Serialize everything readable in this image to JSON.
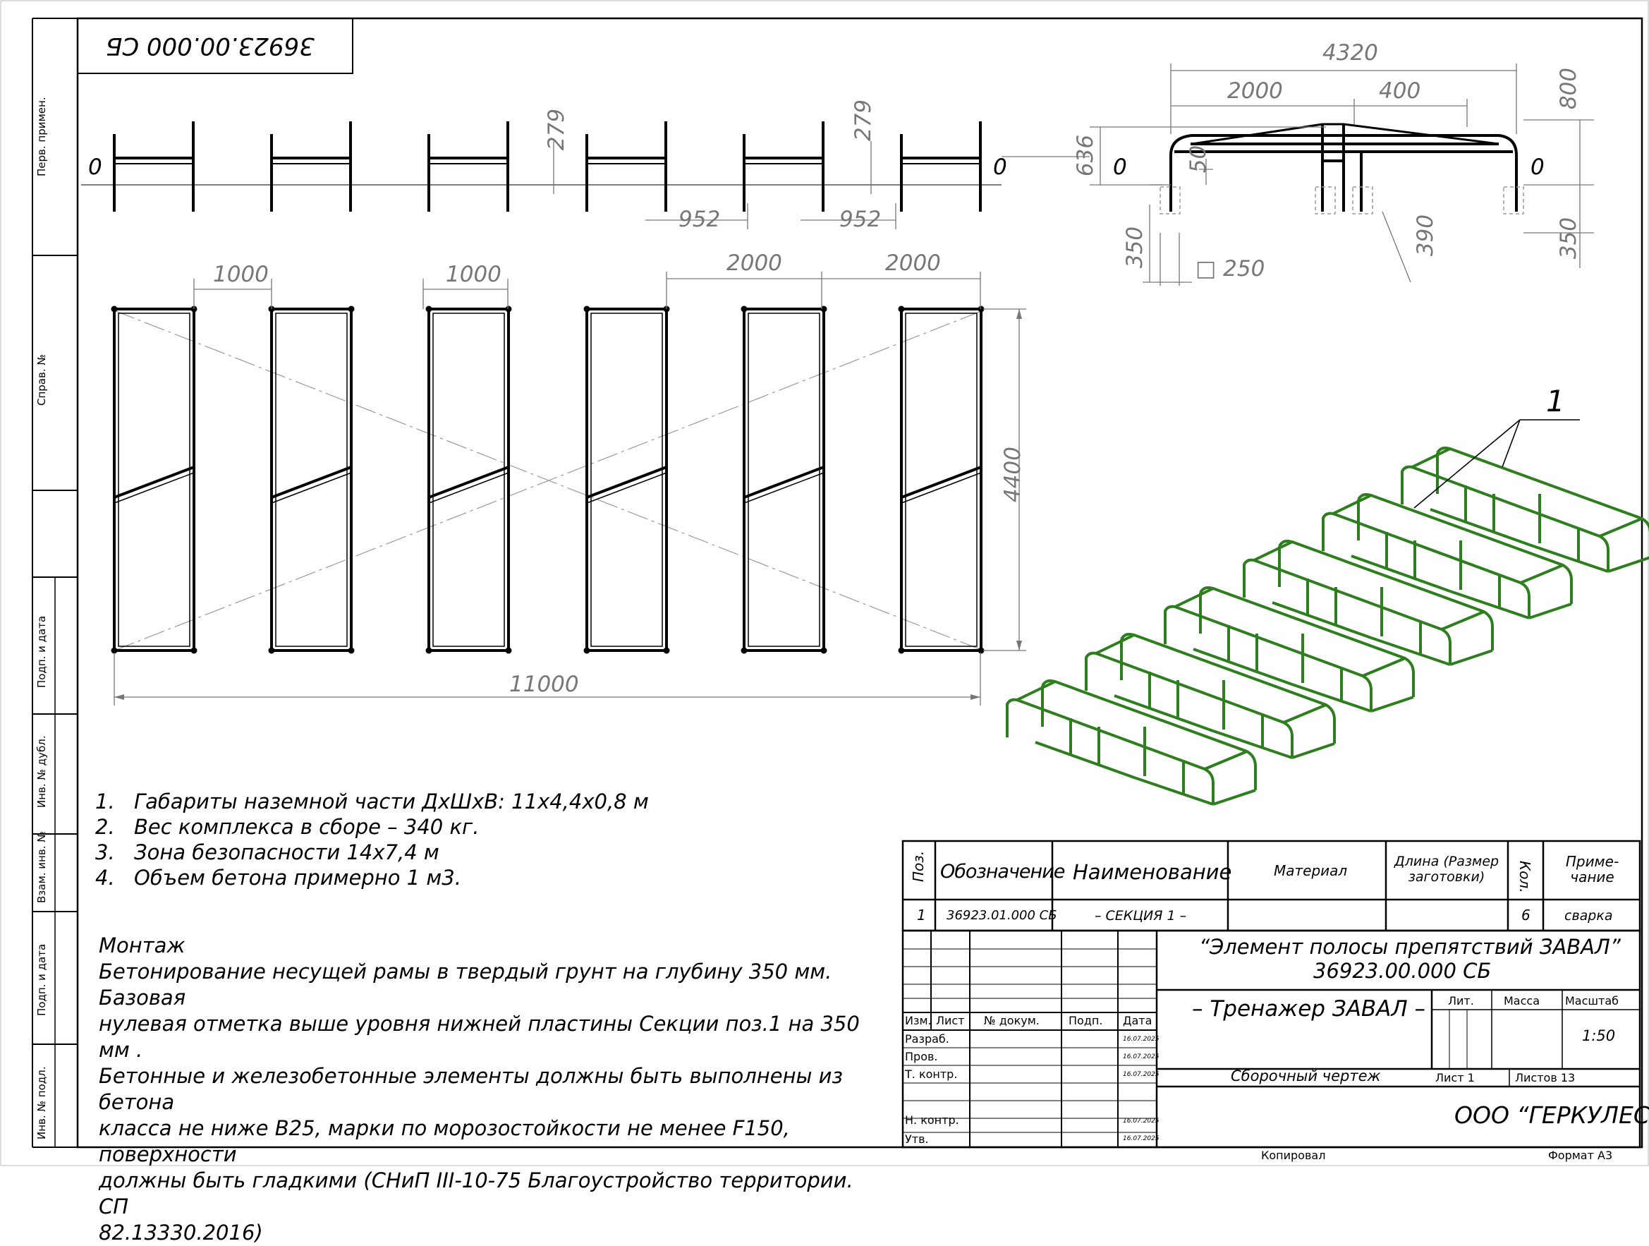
{
  "margin": {
    "perv_primen": "Перв. примен.",
    "sprav_no": "Справ. №",
    "podp_data_1": "Подп. и дата",
    "inv_dubl": "Инв. № дубл.",
    "vzam_inv": "Взам. инв. №",
    "podp_data_2": "Подп. и дата",
    "inv_podl": "Инв. № подл."
  },
  "top_stamp": "36923.00.000 СБ",
  "plan_dims": {
    "zero_left": "0",
    "zero_right": "0",
    "h279_a": "279",
    "h279_b": "279",
    "w952_a": "952",
    "w952_b": "952",
    "w1000_a": "1000",
    "w1000_b": "1000",
    "w2000_a": "2000",
    "w2000_b": "2000",
    "h4400": "4400",
    "w11000": "11000"
  },
  "side_dims": {
    "w4320": "4320",
    "w2000": "2000",
    "w400": "400",
    "h800": "800",
    "h636": "636",
    "zero_left": "0",
    "zero_right": "0",
    "h50": "50",
    "h350_left": "350",
    "h390": "390",
    "h350_right": "350",
    "sq250": "□ 250"
  },
  "callout": "1",
  "notes": [
    {
      "num": "1.",
      "text": "Габариты наземной части ДхШхВ: 11х4,4х0,8 м"
    },
    {
      "num": "2.",
      "text": "Вес комплекса в сборе  – 340 кг."
    },
    {
      "num": "3.",
      "text": "Зона безопасности 14х7,4 м"
    },
    {
      "num": "4.",
      "text": "Объем бетона примерно 1 м3."
    }
  ],
  "montazh": {
    "title": "Монтаж",
    "lines": [
      "Бетонирование несущей рамы в твердый грунт на глубину 350 мм. Базовая",
      "нулевая отметка выше уровня нижней пластины Секции поз.1 на 350 мм .",
      "Бетонные и железобетонные элементы должны быть выполнены из бетона",
      "класса не ниже B25, марки по морозостойкости не менее F150, поверхности",
      "должны быть гладкими (СНиП III-10-75 Благоустройство территории. СП",
      "82.13330.2016)"
    ]
  },
  "spec": {
    "headers": {
      "poz": "Поз.",
      "oboz": "Обозначение",
      "naim": "Наименование",
      "mat": "Материал",
      "dlina": "Длина (Размер заготовки)",
      "kol": "Кол.",
      "prim": "Приме-чание"
    },
    "row": {
      "poz": "1",
      "oboz": "36923.01.000 СБ",
      "naim": "– СЕКЦИЯ 1 –",
      "mat": "",
      "dlina": "",
      "kol": "6",
      "prim": "сварка"
    }
  },
  "title_block": {
    "title": "“Элемент полосы препятствий ЗАВАЛ”",
    "code": "36923.00.000 СБ",
    "name": "– Тренажер ЗАВАЛ –",
    "doc_type": "Сборочный чертеж",
    "company": "ООО “ГЕРКУЛЕС”",
    "lit": "Лит.",
    "massa": "Масса",
    "masshtab": "Масштаб",
    "scale": "1:50",
    "list": "Лист 1",
    "listov": "Листов 13",
    "col_izm": "Изм.",
    "col_list": "Лист",
    "col_docnum": "№ докум.",
    "col_podp": "Подп.",
    "col_data": "Дата",
    "razrab": "Разраб.",
    "prov": "Пров.",
    "tkontr": "Т. контр.",
    "nkontr": "Н. контр.",
    "utv": "Утв.",
    "dates": [
      "16.07.2025",
      "16.07.2025",
      "16.07.2025",
      "16.07.2025",
      "16.07.2025"
    ],
    "kopiroval": "Копировал",
    "format": "Формат А3"
  }
}
